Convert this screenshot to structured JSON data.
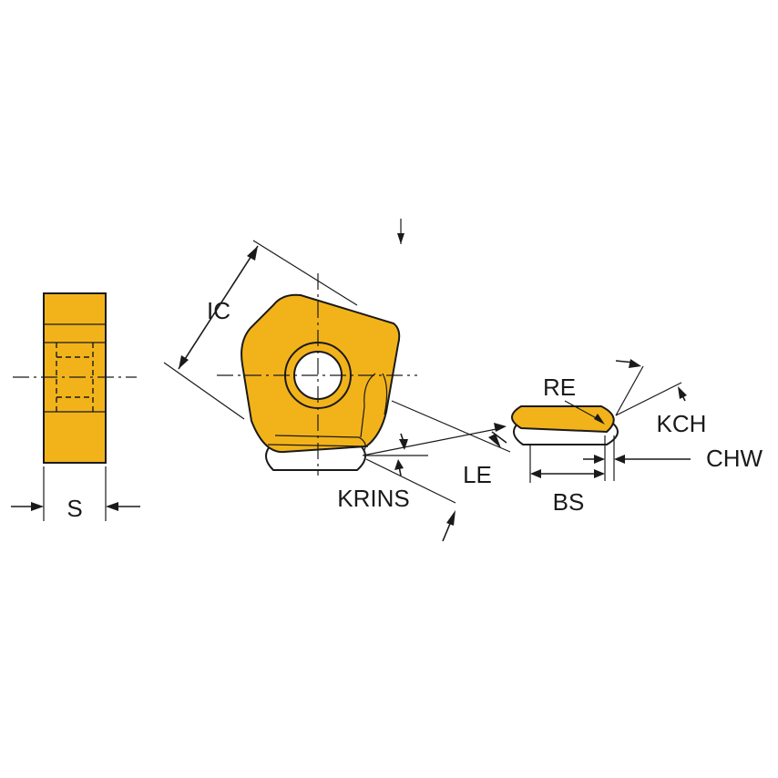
{
  "labels": {
    "s": "S",
    "ic": "IC",
    "krins": "KRINS",
    "le": "LE",
    "re": "RE",
    "kch": "KCH",
    "chw": "CHW",
    "bs": "BS"
  },
  "colors": {
    "insert": "#F2B31A",
    "ink": "#1a1a1a",
    "background": "#ffffff"
  }
}
